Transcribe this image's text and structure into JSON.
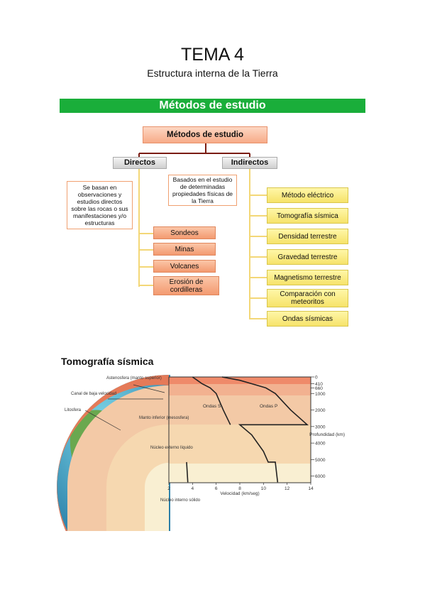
{
  "header": {
    "title": "TEMA 4",
    "subtitle": "Estructura interna de la Tierra"
  },
  "banner": "Métodos de estudio",
  "diagram": {
    "root": "Métodos de estudio",
    "direct": "Directos",
    "indirect": "Indirectos",
    "direct_note": "Se basan en observaciones y estudios directos sobre las rocas o sus manifestaciones y/o estructuras",
    "indirect_note": "Basados en el estudio de determinadas propiedades físicas de la Tierra",
    "direct_items": [
      "Sondeos",
      "Minas",
      "Volcanes",
      "Erosión de cordilleras"
    ],
    "indirect_items": [
      "Método eléctrico",
      "Tomografía sísmica",
      "Densidad terrestre",
      "Gravedad terrestre",
      "Magnetismo terrestre",
      "Comparación con meteoritos",
      "Ondas sísmicas"
    ]
  },
  "section2": {
    "title": "Tomografía sísmica"
  },
  "figure": {
    "labels": {
      "astenosfera": "Astenosfera (manto superior)",
      "canal": "Canal de baja velocidad",
      "litosfera": "Litosfera",
      "manto_inferior": "Manto inferior (mesosfera)",
      "nucleo_externo": "Núcleo externo líquido",
      "nucleo_interno": "Núcleo interno sólido",
      "ondas_s": "Ondas S",
      "ondas_p": "Ondas P"
    },
    "colors": {
      "crust": "#e8795a",
      "mantle": "#f6d2b2",
      "outer_core": "#f8dcb0",
      "inner_core": "#f9efd2",
      "top_band": "#ef8a6a"
    }
  },
  "chart_data": {
    "type": "line",
    "xlabel": "Velocidad (km/seg)",
    "ylabel": "Profundidad (km)",
    "xlim": [
      2,
      14
    ],
    "ylim": [
      0,
      6400
    ],
    "x_ticks": [
      2,
      4,
      6,
      8,
      10,
      12,
      14
    ],
    "y_ticks": [
      0,
      410,
      660,
      1000,
      2000,
      3000,
      4000,
      5000,
      6000
    ],
    "series": [
      {
        "name": "Ondas S",
        "points": [
          [
            4.0,
            0
          ],
          [
            4.4,
            200
          ],
          [
            4.8,
            410
          ],
          [
            5.5,
            660
          ],
          [
            6.0,
            1000
          ],
          [
            6.6,
            2000
          ],
          [
            7.2,
            2890
          ],
          [
            7.2,
            2890
          ],
          [
            0,
            2890
          ],
          [
            0,
            5150
          ],
          [
            3.5,
            5150
          ],
          [
            3.6,
            6371
          ]
        ]
      },
      {
        "name": "Ondas P",
        "points": [
          [
            6.5,
            0
          ],
          [
            8.0,
            200
          ],
          [
            9.0,
            410
          ],
          [
            10.2,
            660
          ],
          [
            11.0,
            1000
          ],
          [
            12.3,
            2000
          ],
          [
            13.7,
            2890
          ],
          [
            8.0,
            2890
          ],
          [
            9.0,
            3500
          ],
          [
            10.0,
            4500
          ],
          [
            10.4,
            5150
          ],
          [
            11.0,
            5150
          ],
          [
            11.2,
            6371
          ]
        ]
      }
    ]
  }
}
